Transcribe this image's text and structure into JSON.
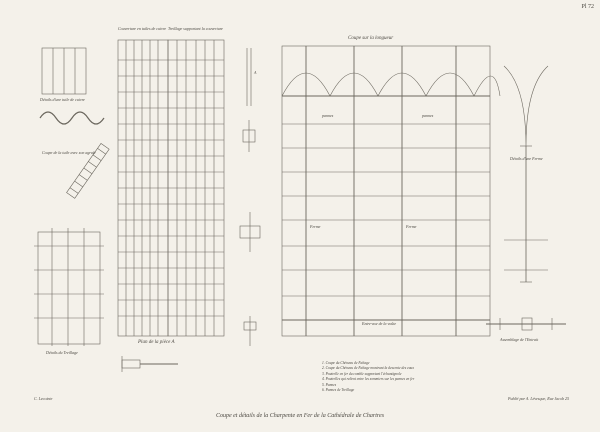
{
  "plate_number": "Pl 72",
  "title": "Coupe et détails de la Charpente en Fer de la Cathédrale de Chartres",
  "footer": {
    "left": "C. Lecointe",
    "right": "Publié par A. Lévesque, Rue Jacob 25"
  },
  "labels": {
    "tuile_detail": "Détails d'une tuile de cuivre",
    "coupe_tuile": "Coupe de la tuile avec son agrafe",
    "couverture": "Couverture en tuiles de cuivre",
    "treillage_support": "Treillage supportant la couverture",
    "plan_piece": "Plan de la pièce A",
    "detail_treillage": "Détails du Treillage",
    "coupe_longueur": "Coupe sur la longueur",
    "detail_ferme": "Détails d'une Ferme",
    "assemblage_entrait": "Assemblage de l'Entrait",
    "entre_axe": "Entre-axe de la voûte",
    "panne_1": "pannes",
    "panne_2": "pannes",
    "ferme_1": "Ferme",
    "ferme_2": "Ferme",
    "letter_a": "A"
  },
  "legend": [
    "1. Coupe du Chéneau de Faîtage",
    "2. Coupe du Chéneau de Faîtage montrant la descente des eaux",
    "3. Poutrelle en fer du comble supportant l'échantignole",
    "4. Poutrelles qui relient entre les sommiers sur les pannes en fer",
    "5. Pannes",
    "6. Pannes de Treillage"
  ]
}
